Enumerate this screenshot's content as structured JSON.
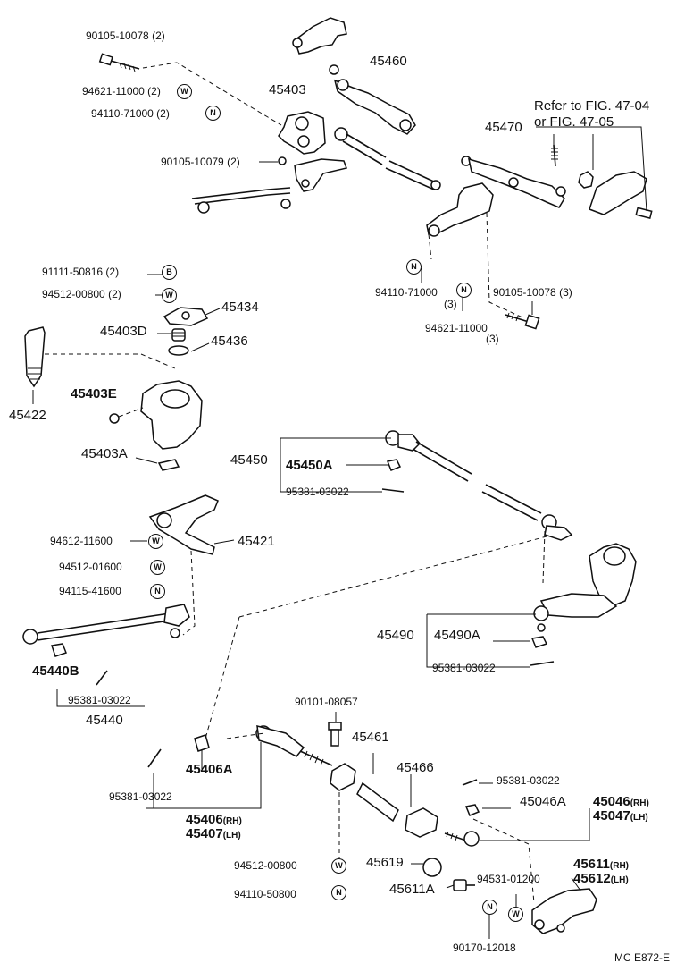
{
  "diagram": {
    "footer_code": "MC  E872-E",
    "refer_note": [
      "Refer to FIG. 47-04",
      "or FIG. 47-05"
    ],
    "badges": {
      "w": "W",
      "n": "N",
      "b": "B"
    },
    "side": {
      "rh": "(RH)",
      "lh": "(LH)"
    },
    "labels": {
      "p90105_10078_2": "90105-10078 (2)",
      "p94621_11000_2": "94621-11000 (2)",
      "p94110_71000_2": "94110-71000 (2)",
      "p45403": "45403",
      "p45460": "45460",
      "p45470": "45470",
      "p90105_10079_2": "90105-10079 (2)",
      "p91111_50816_2": "91111-50816 (2)",
      "p94512_00800_2": "94512-00800 (2)",
      "p45434": "45434",
      "p45403D": "45403D",
      "p45436": "45436",
      "p94110_71000": "94110-71000",
      "p94110_qty": "(3)",
      "p90105_10078_3": "90105-10078 (3)",
      "p94621_11000": "94621-11000",
      "p94621_qty": "(3)",
      "p45422": "45422",
      "p45403E": "45403E",
      "p45403A": "45403A",
      "p45450": "45450",
      "p45450A": "45450A",
      "p95381_03022_a": "95381-03022",
      "p94612_11600": "94612-11600",
      "p45421": "45421",
      "p94512_01600": "94512-01600",
      "p94115_41600": "94115-41600",
      "p45490": "45490",
      "p45490A": "45490A",
      "p95381_03022_b": "95381-03022",
      "p45440B": "45440B",
      "p95381_03022_c": "95381-03022",
      "p45440": "45440",
      "p90101_08057": "90101-08057",
      "p45461": "45461",
      "p45466": "45466",
      "p45406A": "45406A",
      "p95381_03022_d": "95381-03022",
      "p95381_03022_e": "95381-03022",
      "p45046A": "45046A",
      "p45046": "45046",
      "p45047": "45047",
      "p45406": "45406",
      "p45407": "45407",
      "p94512_00800": "94512-00800",
      "p45619": "45619",
      "p94110_50800": "94110-50800",
      "p45611A": "45611A",
      "p94531_01200": "94531-01200",
      "p45611": "45611",
      "p45612": "45612",
      "p90170_12018": "90170-12018"
    }
  }
}
